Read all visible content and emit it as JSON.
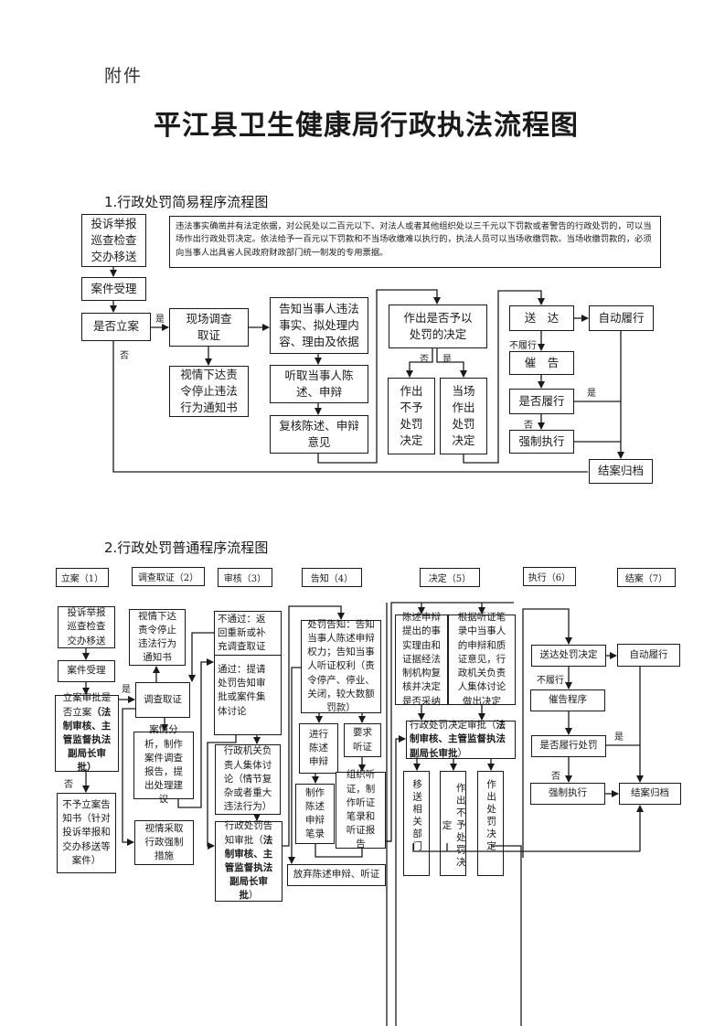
{
  "attachment_label": "附件",
  "title": "平江县卫生健康局行政执法流程图",
  "section1": {
    "heading": "1.行政处罚简易程序流程图",
    "note": "违法事实确凿并有法定依据，对公民处以二百元以下、对法人或者其他组织处以三千元以下罚款或者警告的行政处罚的，可以当场作出行政处罚决定。依法给予一百元以下罚款和不当场收缴难以执行的，执法人员可以当场收缴罚款。当场收缴罚款的，必须向当事人出具省人民政府财政部门统一制发的专用票据。",
    "nodes": {
      "source": "投诉举报巡查检查交办移送",
      "accept": "案件受理",
      "file_case": "是否立案",
      "onsite_investigation": "现场调查取证",
      "order_stop": "视情下达责令停止违法行为通知书",
      "notify_party": "告知当事人违法事实、拟处理内容、理由及依据",
      "hear_statement": "听取当事人陈述、申辩",
      "review_statement": "复核陈述、申辩意见",
      "decide_penalty": "作出是否予以处罚的决定",
      "no_penalty": "作出不予处罚决定",
      "onsite_penalty": "当场作出处罚决定",
      "deliver": "送　达",
      "auto_perform": "自动履行",
      "urge": "催　告",
      "performed": "是否履行",
      "enforce": "强制执行",
      "archive": "结案归档"
    },
    "edge_labels": {
      "yes": "是",
      "no": "否",
      "not_performed": "不履行"
    }
  },
  "section2": {
    "heading": "2.行政处罚普通程序流程图",
    "stages": [
      "立案（1）",
      "调查取证（2）",
      "审核（3）",
      "告知（4）",
      "决定（5）",
      "执行（6）",
      "结案（7）"
    ],
    "nodes": {
      "source": "投诉举报巡查检查交办移送",
      "accept": "案件受理",
      "approve_case_text": "立案审批是否立案",
      "approve_case_bold": "（法制审核、主管监督执法副局长审批）",
      "no_case_notice": "不予立案告知书（针对投诉举报和交办移送等案件）",
      "order_stop": "视情下达责令停止违法行为通知书",
      "investigate": "调查取证",
      "case_analysis": "案情分析，制作案件调查报告，提出处理建议",
      "coercive": "视情采取行政强制措施",
      "fail_review": "不通过：返回重新或补充调查取证",
      "pass_review": "通过：提请处罚告知审批或案件集体讨论",
      "collective": "行政机关负责人集体讨论（情节复杂或者重大违法行为）",
      "notice_approval_text": "行政处罚告知审批（",
      "notice_approval_bold": "法制审核、主管监督执法副局长审批",
      "notice_approval_end": "）",
      "penalty_notice": "处罚告知：告知当事人陈述申辩权力；告知当事人听证权利（责令停产、停业、关闭，较大数额罚款）",
      "statement": "进行陈述申辩",
      "request_hearing": "要求听证",
      "statement_record": "制作陈述申辩笔录",
      "hearing": "组织听证，制作听证笔录和听证报告",
      "waive": "放弃陈述申辩、听证",
      "review_statement": "陈述申辩提出的事实理由和证据经法制机构复核并决定是否采纳",
      "hearing_decision": "根据听证笔录中当事人的申辩和质证意见，行政机关负责人集体讨论做出决定",
      "decision_approval_text": "行政处罚决定审批（",
      "decision_approval_bold": "法制审核、主管监督执法副局长审批",
      "decision_approval_end": "）",
      "transfer": "移送相关部门",
      "no_penalty": "作出不予处罚决定",
      "penalty": "作出处罚决定",
      "deliver": "送达处罚决定",
      "auto_perform": "自动履行",
      "urge": "催告程序",
      "performed": "是否履行处罚",
      "enforce": "强制执行",
      "archive": "结案归档"
    },
    "edge_labels": {
      "yes": "是",
      "no": "否",
      "not_performed": "不履行"
    }
  }
}
